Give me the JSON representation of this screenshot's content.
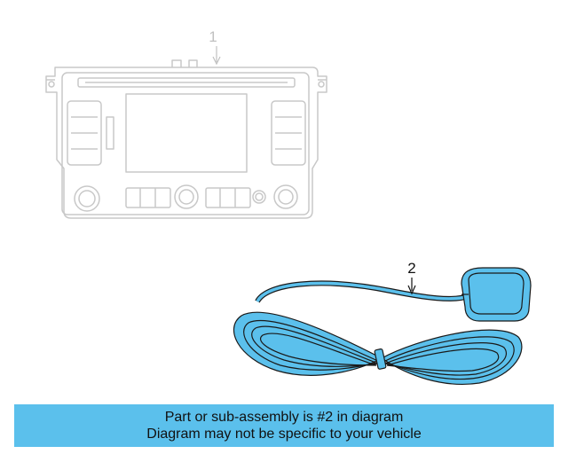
{
  "diagram": {
    "callouts": [
      {
        "label": "1",
        "part": "radio-head-unit",
        "highlighted": false
      },
      {
        "label": "2",
        "part": "antenna-cable-assembly",
        "highlighted": true
      }
    ]
  },
  "banner": {
    "line1": "Part or sub-assembly is #2 in diagram",
    "line2": "Diagram may not be specific to your vehicle"
  },
  "colors": {
    "highlight": "#5bc0ec",
    "part_outline": "#1a1a1a",
    "faded_outline": "#c8c8c8",
    "banner_bg": "#5bc0ec"
  }
}
